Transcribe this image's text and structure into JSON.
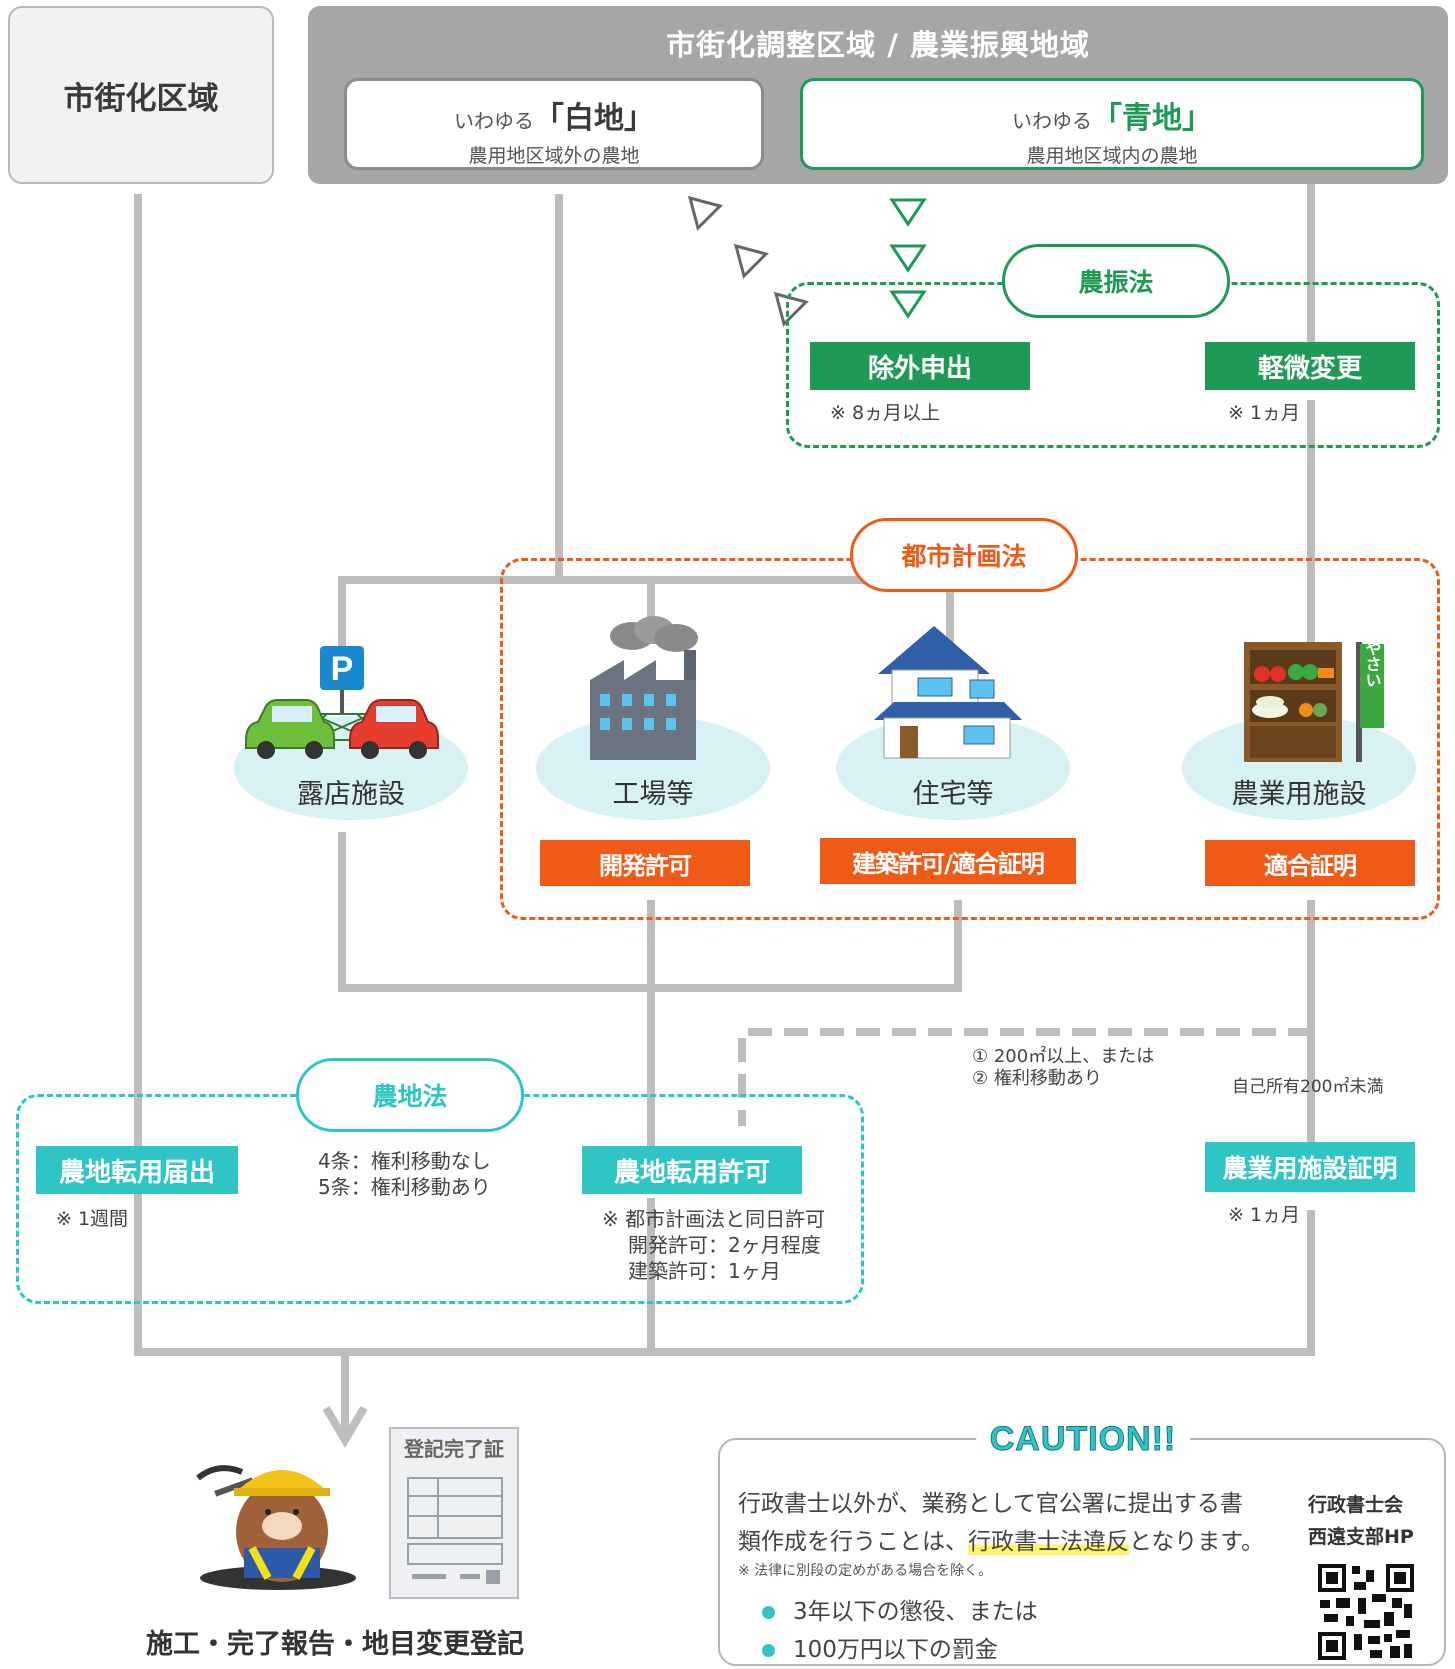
{
  "urban_area": "市街化区域",
  "band": {
    "title": "市街化調整区域 / 農業振興地域"
  },
  "shiroji": {
    "prefix": "いわゆる",
    "name": "「白地」",
    "desc": "農用地区域外の農地"
  },
  "aoji": {
    "prefix": "いわゆる",
    "name": "「青地」",
    "desc": "農用地区域内の農地"
  },
  "noshinho": {
    "title": "農振法",
    "exclusion": {
      "label": "除外申出",
      "note": "※ 8ヵ月以上"
    },
    "minor_change": {
      "label": "軽微変更",
      "note": "※ 1ヵ月"
    }
  },
  "toshikeikaku": {
    "title": "都市計画法",
    "permits": {
      "kaihatsu": "開発許可",
      "kenchiku": "建築許可/適合証明",
      "tekigo": "適合証明"
    }
  },
  "facilities": {
    "roten": "露店施設",
    "kojo": "工場等",
    "jutaku": "住宅等",
    "nogyo": "農業用施設"
  },
  "parking_sign": "P",
  "veg_sign": "やさい",
  "conditions": {
    "line1": "① 200㎡以上、または",
    "line2": "② 権利移動あり",
    "own": "自己所有200㎡未満"
  },
  "nochiho": {
    "title": "農地法",
    "todokede": {
      "label": "農地転用届出",
      "note": "※ 1週間"
    },
    "articles": {
      "line1": "4条：権利移動なし",
      "line2": "5条：権利移動あり"
    },
    "kyoka": {
      "label": "農地転用許可",
      "note1": "※ 都市計画法と同日許可",
      "note2": "開発許可：2ヶ月程度",
      "note3": "建築許可：1ヶ月"
    }
  },
  "nogyo_cert": {
    "label": "農業用施設証明",
    "note": "※ 1ヵ月"
  },
  "final": {
    "label": "施工・完了報告・地目変更登記",
    "cert_title": "登記完了証"
  },
  "caution": {
    "title": "CAUTION!!",
    "text1": "行政書士以外が、業務として官公署に提出する書",
    "text2a": "類作成を行うことは、",
    "text2b": "行政書士法違反",
    "text2c": "となります。",
    "small": "※ 法律に別段の定めがある場合を除く。",
    "bullet1": "3年以下の懲役、または",
    "bullet2": "100万円以下の罰金",
    "hp1": "行政書士会",
    "hp2": "西遠支部HP"
  },
  "colors": {
    "green": "#1e9a56",
    "orange": "#ef5a16",
    "teal": "#30c5c5",
    "gray": "#bdbdbd"
  }
}
